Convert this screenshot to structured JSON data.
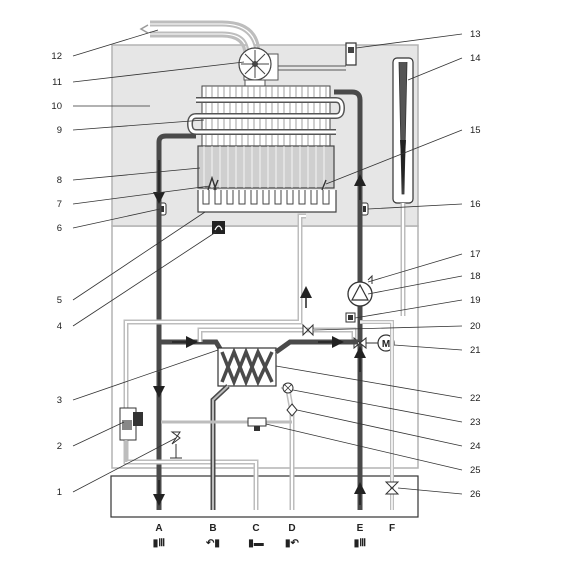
{
  "colors": {
    "chamber_fill": "#e6e6e6",
    "casing_stroke": "#b3b3b3",
    "pipe_dark": "#4a4a4a",
    "pipe_light": "#bdbdbd",
    "pipe_white": "#ffffff",
    "text": "#222222"
  },
  "callouts_left": [
    {
      "n": "12"
    },
    {
      "n": "11"
    },
    {
      "n": "10"
    },
    {
      "n": "9"
    },
    {
      "n": "8"
    },
    {
      "n": "7"
    },
    {
      "n": "6"
    },
    {
      "n": "5"
    },
    {
      "n": "4"
    },
    {
      "n": "3"
    },
    {
      "n": "2"
    },
    {
      "n": "1"
    }
  ],
  "callouts_right": [
    {
      "n": "13"
    },
    {
      "n": "14"
    },
    {
      "n": "15"
    },
    {
      "n": "16"
    },
    {
      "n": "17"
    },
    {
      "n": "18"
    },
    {
      "n": "19"
    },
    {
      "n": "20"
    },
    {
      "n": "21"
    },
    {
      "n": "22"
    },
    {
      "n": "23"
    },
    {
      "n": "24"
    },
    {
      "n": "25"
    },
    {
      "n": "26"
    }
  ],
  "connections": [
    {
      "letter": "A",
      "symbol": "▮Ⅲ"
    },
    {
      "letter": "B",
      "symbol": "↶▮"
    },
    {
      "letter": "C",
      "symbol": "▮▬"
    },
    {
      "letter": "D",
      "symbol": "▮↶"
    },
    {
      "letter": "E",
      "symbol": "▮Ⅲ"
    },
    {
      "letter": "F",
      "symbol": ""
    }
  ],
  "motor_label": "M"
}
